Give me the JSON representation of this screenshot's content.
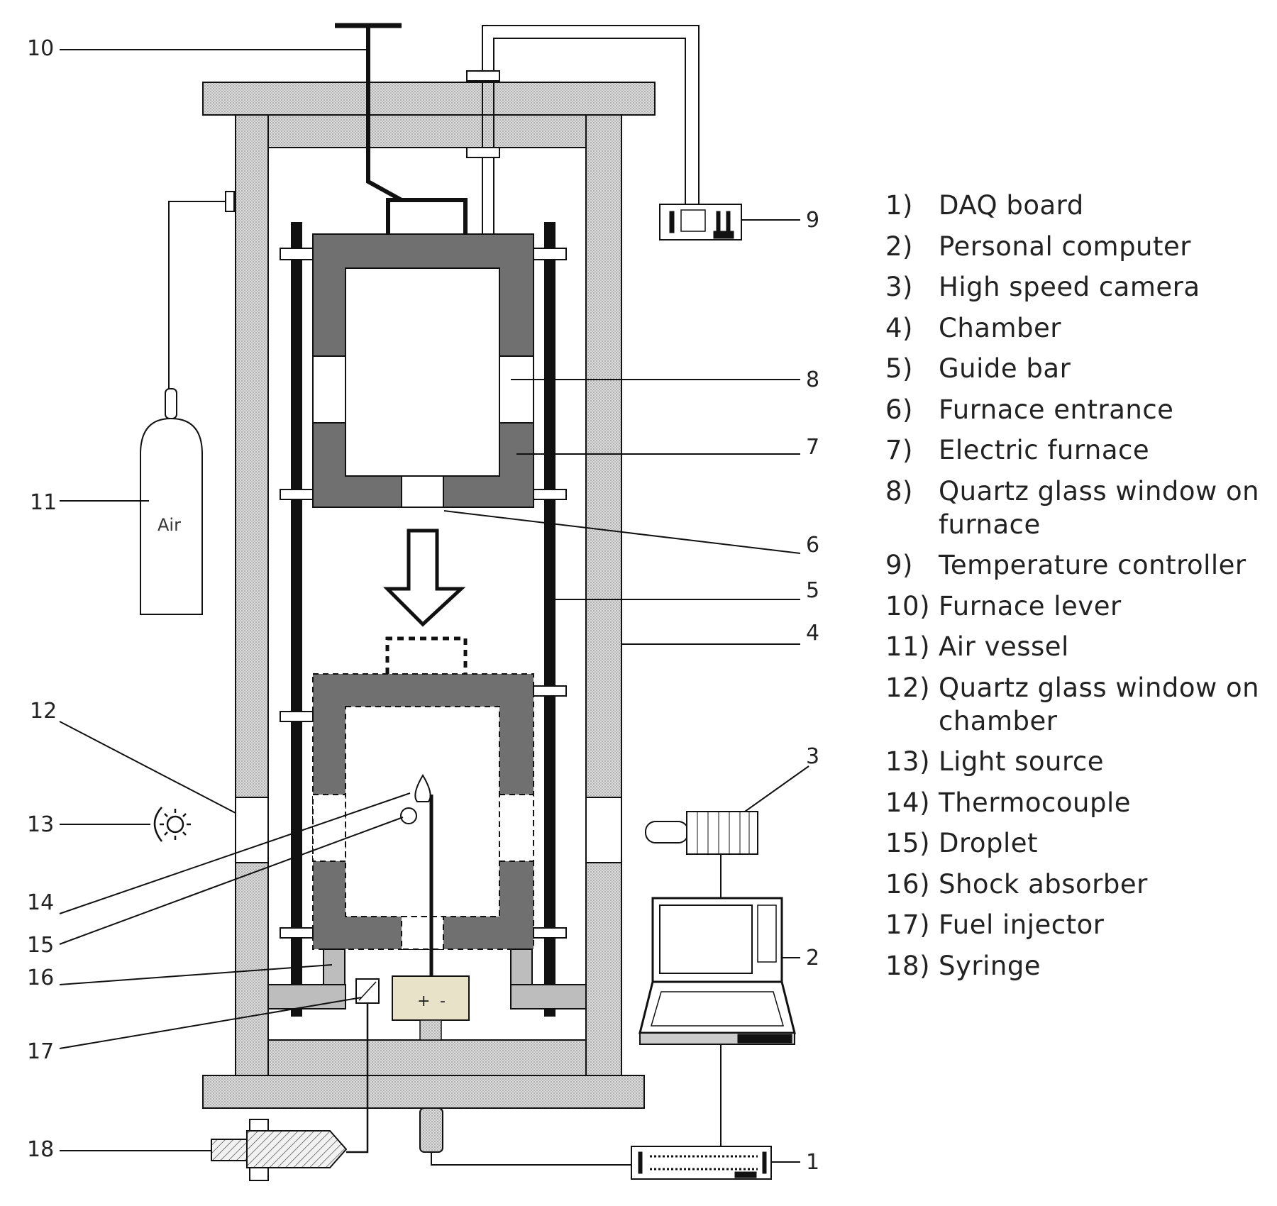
{
  "legend": [
    {
      "num": "1)",
      "text": "DAQ board"
    },
    {
      "num": "2)",
      "text": "Personal computer"
    },
    {
      "num": "3)",
      "text": "High speed camera"
    },
    {
      "num": "4)",
      "text": "Chamber"
    },
    {
      "num": "5)",
      "text": "Guide bar"
    },
    {
      "num": "6)",
      "text": "Furnace entrance"
    },
    {
      "num": "7)",
      "text": "Electric furnace"
    },
    {
      "num": "8)",
      "text": "Quartz glass window on furnace"
    },
    {
      "num": "9)",
      "text": "Temperature controller"
    },
    {
      "num": "10)",
      "text": "Furnace lever"
    },
    {
      "num": "11)",
      "text": "Air vessel"
    },
    {
      "num": "12)",
      "text": "Quartz glass window on chamber"
    },
    {
      "num": "13)",
      "text": "Light source"
    },
    {
      "num": "14)",
      "text": "Thermocouple"
    },
    {
      "num": "15)",
      "text": "Droplet"
    },
    {
      "num": "16)",
      "text": "Shock absorber"
    },
    {
      "num": "17)",
      "text": "Fuel injector"
    },
    {
      "num": "18)",
      "text": "Syringe"
    }
  ],
  "callouts": {
    "n1": "1",
    "n2": "2",
    "n3": "3",
    "n4": "4",
    "n5": "5",
    "n6": "6",
    "n7": "7",
    "n8": "8",
    "n9": "9",
    "n10": "10",
    "n11": "11",
    "n12": "12",
    "n13": "13",
    "n14": "14",
    "n15": "15",
    "n16": "16",
    "n17": "17",
    "n18": "18"
  },
  "air_vessel_label": "Air",
  "injector_plus": "+",
  "injector_minus": "-",
  "colors": {
    "line": "#111111",
    "furnace": "#707070",
    "wall_fill": "#d9d9d9",
    "injector_fill": "#e8e2c8"
  }
}
